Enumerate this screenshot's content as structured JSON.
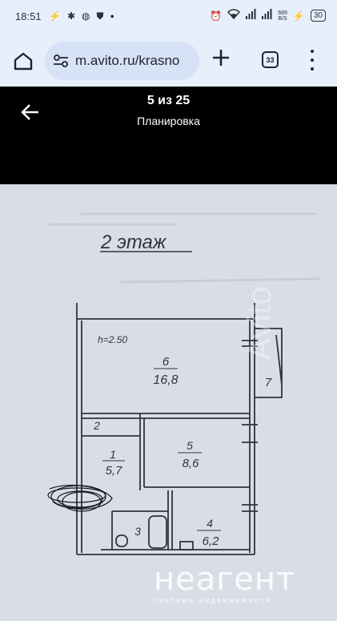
{
  "status_bar": {
    "time": "18:51",
    "left_icons": [
      "usb-icon",
      "star-icon",
      "globe-icon",
      "shield-icon",
      "dot-icon"
    ],
    "speed_value": "689",
    "speed_unit": "B/S",
    "battery": "30"
  },
  "browser": {
    "url": "m.avito.ru/krasno",
    "tab_count": "33"
  },
  "viewer": {
    "counter": "5 из 25",
    "caption": "Планировка"
  },
  "plan": {
    "floor_title": "2 этаж",
    "ceiling_height": "h=2.50",
    "rooms": [
      {
        "number": "6",
        "area": "16,8"
      },
      {
        "number": "7",
        "area": ""
      },
      {
        "number": "2",
        "area": ""
      },
      {
        "number": "1",
        "area": "5,7"
      },
      {
        "number": "5",
        "area": "8,6"
      },
      {
        "number": "3",
        "area": ""
      },
      {
        "number": "4",
        "area": "6,2"
      }
    ]
  },
  "watermark": {
    "logo": "неагент",
    "subtitle": "система недвижимости",
    "avito": "Avito"
  },
  "colors": {
    "browser_bg": "#e7effb",
    "url_pill_bg": "#d7e2f6",
    "viewer_bg": "#000000",
    "paper": "#d9dee6",
    "ink": "#2f3440"
  }
}
